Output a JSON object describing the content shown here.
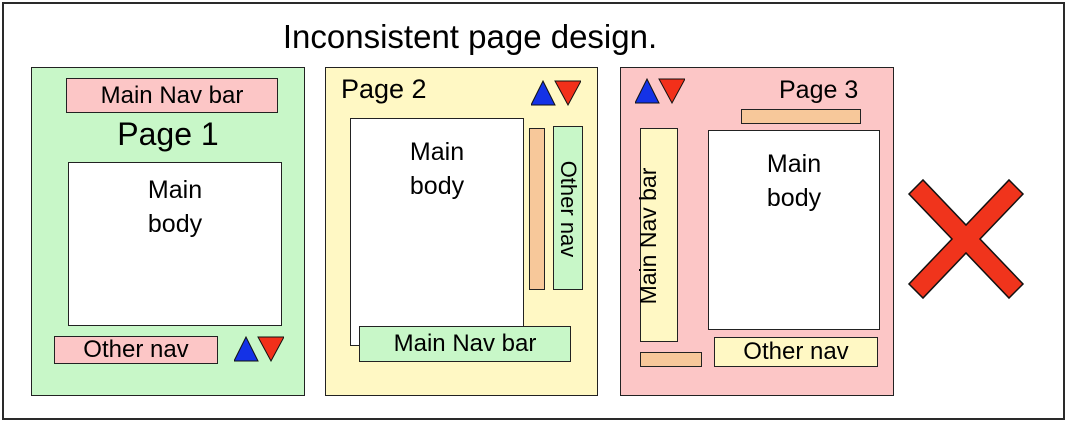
{
  "title": "Inconsistent page design.",
  "page1": {
    "nav_label": "Main Nav bar",
    "page_title": "Page 1",
    "body_line1": "Main",
    "body_line2": "body",
    "other_nav_label": "Other nav"
  },
  "page2": {
    "page_title": "Page 2",
    "body_line1": "Main",
    "body_line2": "body",
    "other_nav_label": "Other nav",
    "nav_label": "Main Nav bar"
  },
  "page3": {
    "page_title": "Page 3",
    "nav_label": "Main Nav bar",
    "body_line1": "Main",
    "body_line2": "body",
    "other_nav_label": "Other nav"
  },
  "colors": {
    "page1_bg": "#c8f7c8",
    "page2_bg": "#fff8c4",
    "page3_bg": "#fcc6c6",
    "pink_label": "#fcc6c6",
    "green_label": "#c8f7c8",
    "yellow_label": "#fff8c4",
    "orange_bar": "#f7c89a",
    "up_arrow": "#1432e6",
    "down_arrow": "#f2301a",
    "cross": "#f0341c"
  },
  "icons": [
    "up-arrow-icon",
    "down-arrow-icon",
    "cross-icon"
  ]
}
